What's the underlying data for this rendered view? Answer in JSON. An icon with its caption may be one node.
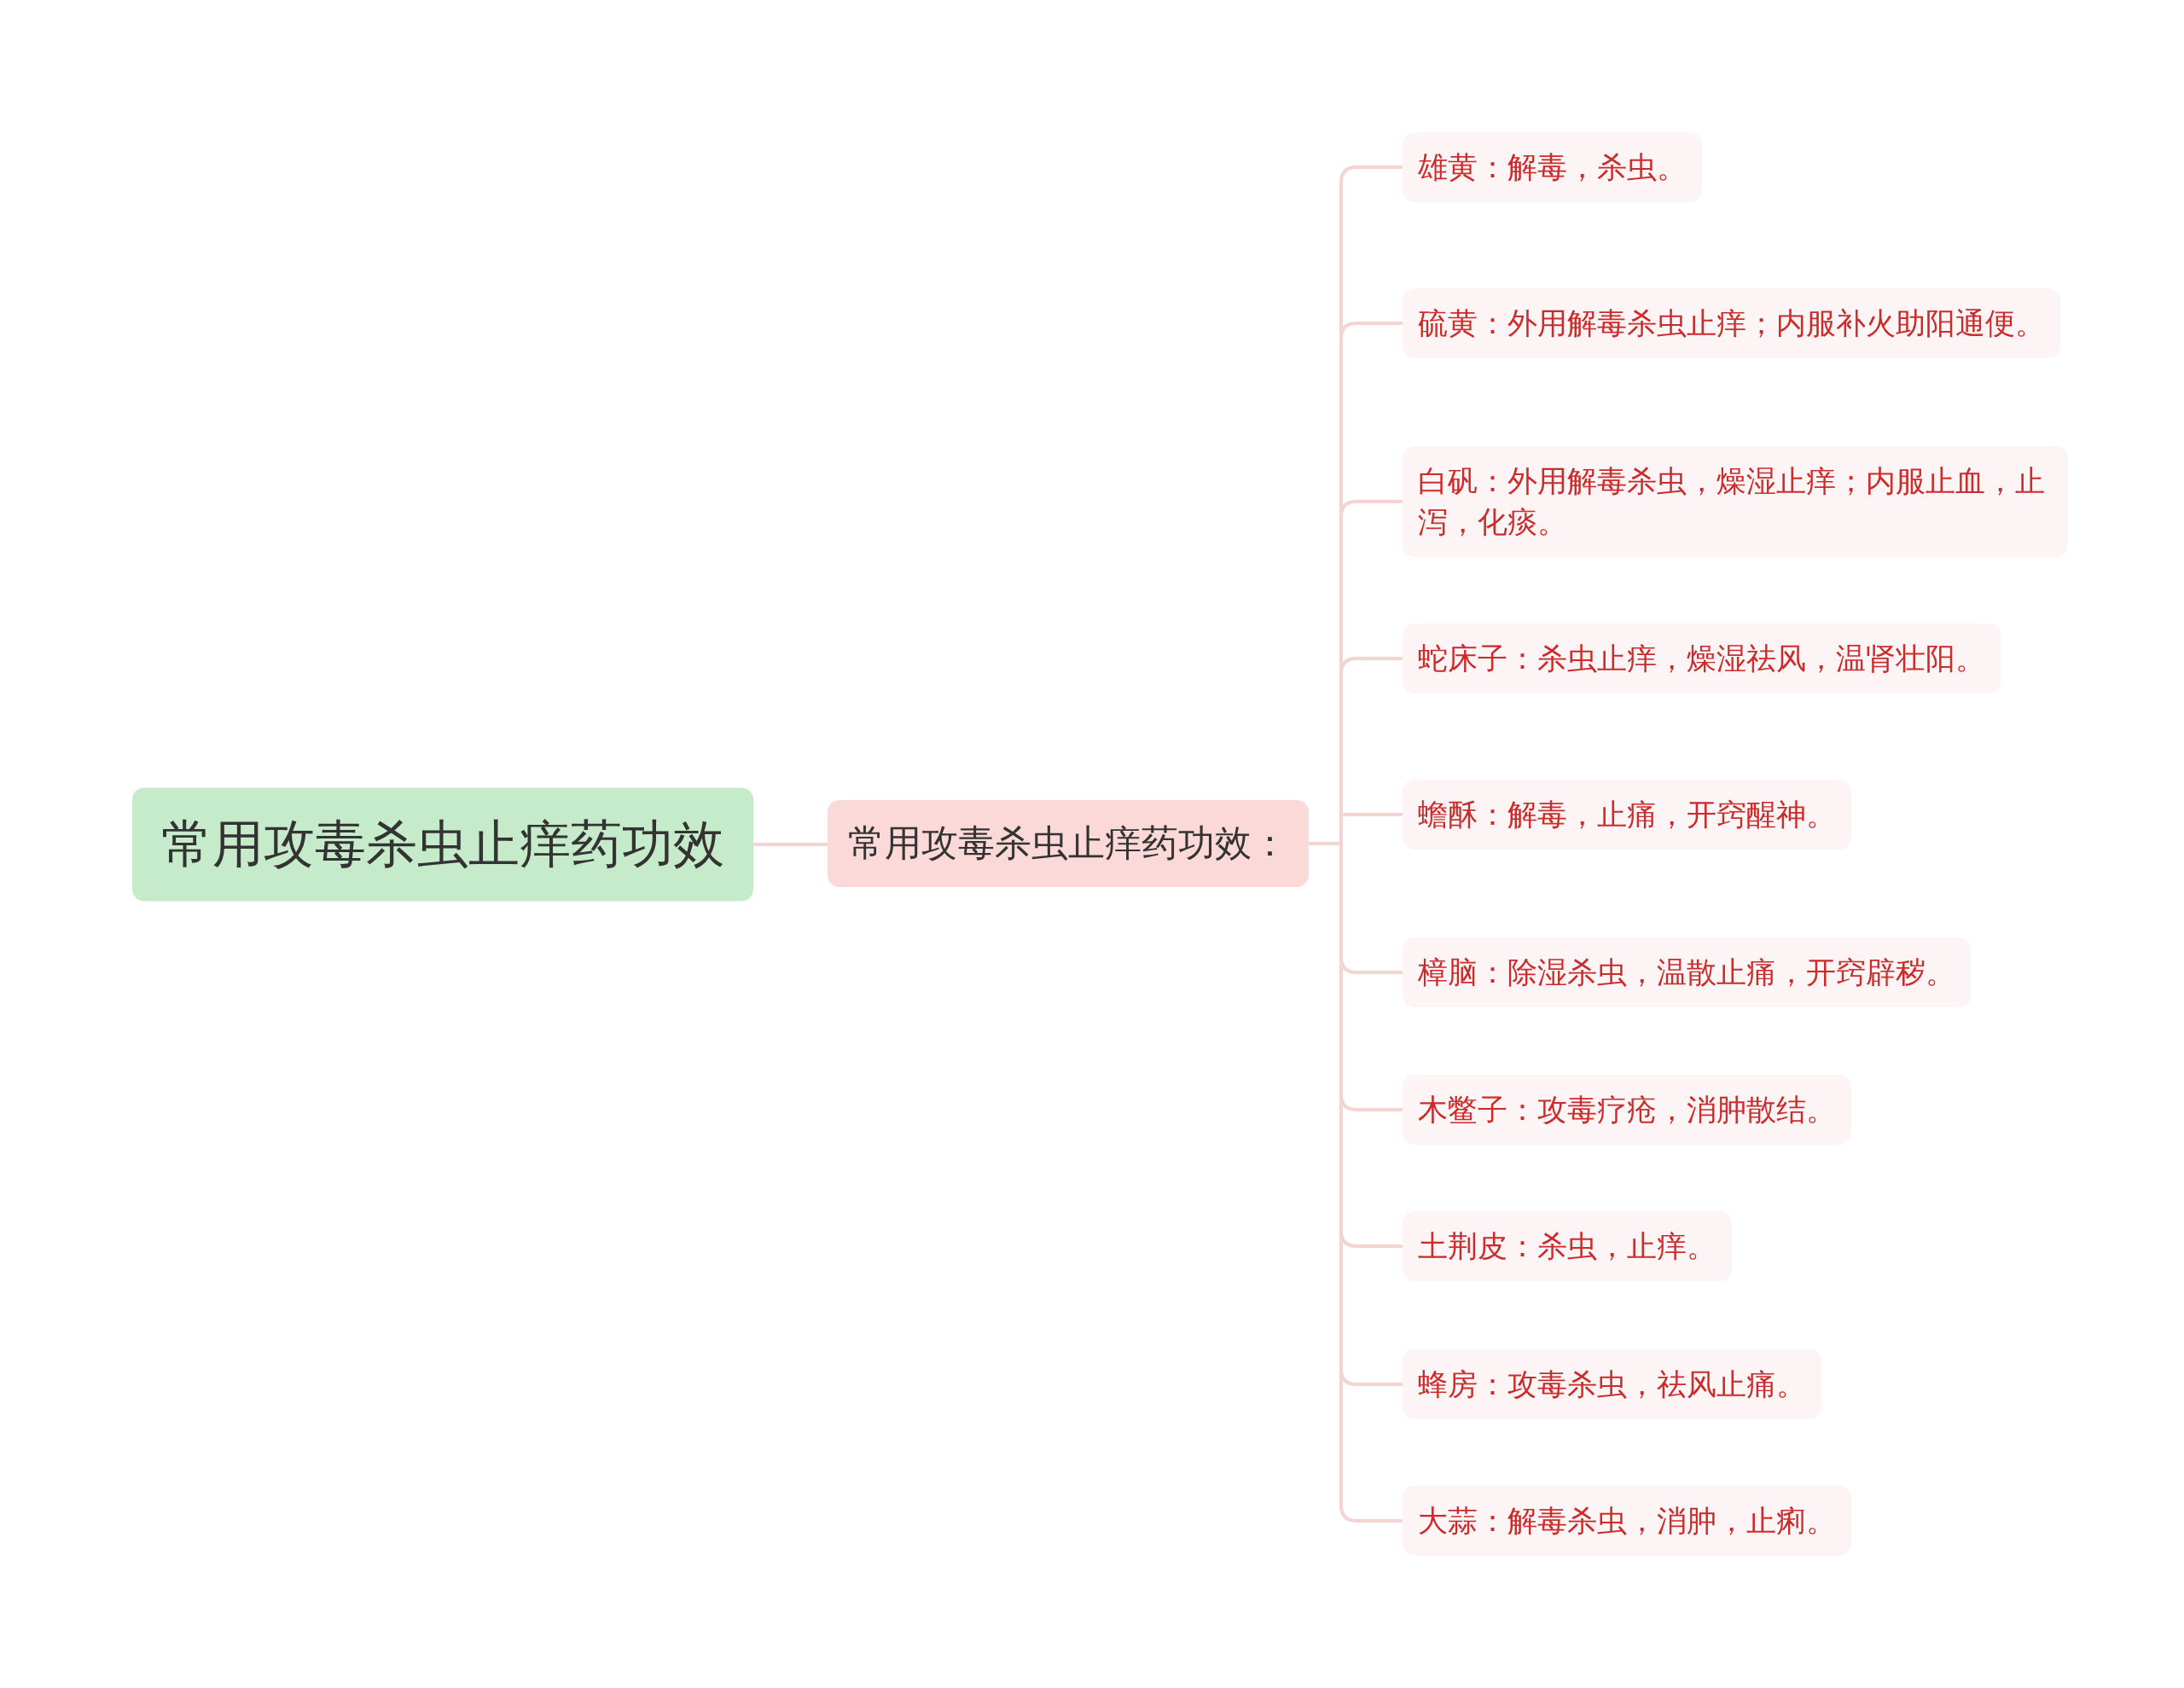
{
  "diagram": {
    "nodes": [
      {
        "text": [
          "常用攻毒杀虫止痒药功效"
        ]
      },
      {
        "text": [
          "常用攻毒杀虫止痒药功效："
        ]
      },
      {
        "text": [
          "雄黄：解毒，杀虫。"
        ]
      },
      {
        "text": [
          "硫黄：外用解毒杀虫止痒；内服补火助阳通便。"
        ]
      },
      {
        "text": [
          "白矾：外用解毒杀虫，燥湿止痒；内服止血，止泻，化痰。"
        ]
      },
      {
        "text": [
          "蛇床子：杀虫止痒，燥湿祛风，温肾壮阳。"
        ]
      },
      {
        "text": [
          "蟾酥：解毒，止痛，开窍醒神。"
        ]
      },
      {
        "text": [
          "樟脑：除湿杀虫，温散止痛，开窍辟秽。"
        ]
      },
      {
        "text": [
          "木鳖子：攻毒疗疮，消肿散结。"
        ]
      },
      {
        "text": [
          "土荆皮：杀虫，止痒。"
        ]
      },
      {
        "text": [
          "蜂房：攻毒杀虫，祛风止痛。"
        ]
      },
      {
        "text": [
          "大蒜：解毒杀虫，消肿，止痢。"
        ]
      }
    ],
    "edges": [
      {
        "from": 0,
        "to": 1,
        "arrow": "none"
      },
      {
        "from": 1,
        "to": 2,
        "arrow": "none"
      },
      {
        "from": 1,
        "to": 3,
        "arrow": "none"
      },
      {
        "from": 1,
        "to": 4,
        "arrow": "none"
      },
      {
        "from": 1,
        "to": 5,
        "arrow": "none"
      },
      {
        "from": 1,
        "to": 6,
        "arrow": "none"
      },
      {
        "from": 1,
        "to": 7,
        "arrow": "none"
      },
      {
        "from": 1,
        "to": 8,
        "arrow": "none"
      },
      {
        "from": 1,
        "to": 9,
        "arrow": "none"
      },
      {
        "from": 1,
        "to": 10,
        "arrow": "none"
      },
      {
        "from": 1,
        "to": 11,
        "arrow": "none"
      }
    ]
  }
}
